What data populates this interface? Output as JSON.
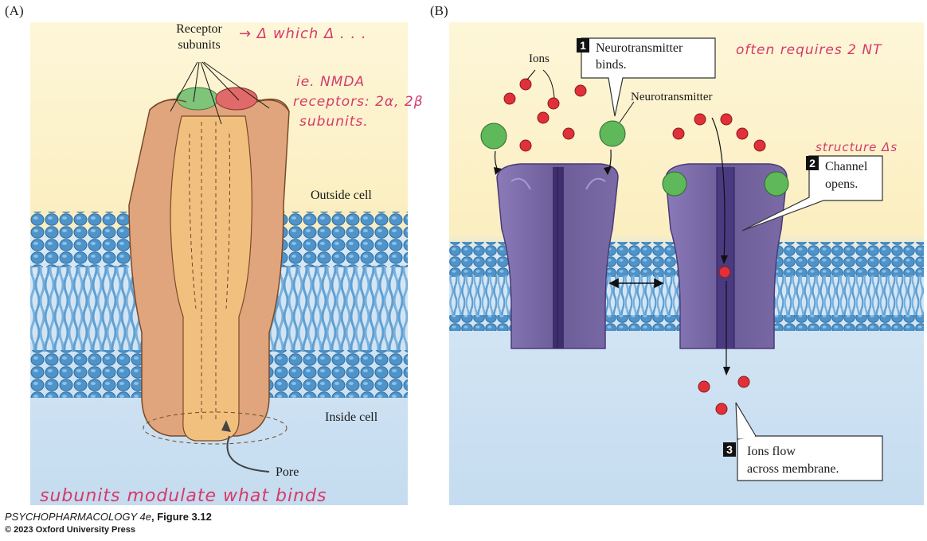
{
  "panels": {
    "a": {
      "label": "(A)",
      "receptor_subunits_line1": "Receptor",
      "receptor_subunits_line2": "subunits",
      "outside_cell": "Outside cell",
      "inside_cell": "Inside cell",
      "pore": "Pore"
    },
    "b": {
      "label": "(B)",
      "ions": "Ions",
      "neurotransmitter": "Neurotransmitter",
      "step1_num": "1",
      "step1_line1": "Neurotransmitter",
      "step1_line2": "binds.",
      "step2_num": "2",
      "step2_line1": "Channel",
      "step2_line2": "opens.",
      "step3_num": "3",
      "step3_line1": "Ions flow",
      "step3_line2": "across membrane."
    }
  },
  "handwritten_notes": {
    "which_delta": "→ Δ which Δ . . .",
    "nmda_line1": "ie. NMDA",
    "nmda_line2": "receptors: 2α, 2β",
    "nmda_line3": "subunits.",
    "often_required": "often requires 2 NT",
    "structure_delta": "structure Δs",
    "subunits_modulate": "subunits modulate what binds"
  },
  "credit": {
    "title": "PSYCHOPHARMACOLOGY 4e",
    "figure": ", Figure 3.12",
    "copyright": "© 2023 Oxford University Press"
  },
  "colors": {
    "outside_bg": "#fbefc6",
    "inside_bg": "#cfe3f3",
    "membrane_head": "#4e93c9",
    "receptor_outer": "#e0a57c",
    "receptor_inner": "#f2c07e",
    "subunit_green": "#7fc47a",
    "subunit_red": "#e06a6a",
    "channel_purple": "#7a6aa6",
    "ion_red": "#e0303a",
    "nt_green": "#5fb85a",
    "annotation_pink": "#d63a6a"
  }
}
